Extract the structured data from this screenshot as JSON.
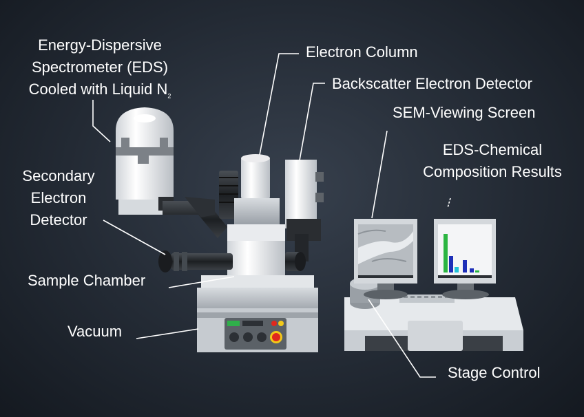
{
  "labels": {
    "eds_line1": "Energy-Dispersive",
    "eds_line2": "Spectrometer (EDS)",
    "eds_note": "Cooled with Liquid N",
    "eds_note_sub": "2",
    "electron_column": "Electron Column",
    "backscatter": "Backscatter Electron Detector",
    "sem_screen": "SEM-Viewing Screen",
    "eds_results_line1": "EDS-Chemical",
    "eds_results_line2": "Composition Results",
    "secondary_line1": "Secondary",
    "secondary_line2": "Electron",
    "secondary_line3": "Detector",
    "sample_chamber": "Sample Chamber",
    "vacuum": "Vacuum",
    "stage_control": "Stage Control"
  },
  "colors": {
    "background": "#232a34",
    "label_text": "#ffffff",
    "leader_line": "#ffffff",
    "brick_white": "#f2f3f5",
    "brick_light_gray": "#c7ccd2",
    "brick_dark_gray": "#5d6369",
    "brick_black": "#1f2226",
    "panel_green": "#2fb04a",
    "button_red": "#e0281e",
    "button_yellow": "#f2c919",
    "chart_blue": "#1d2fb8",
    "chart_green": "#2bb541",
    "chart_cyan": "#23c2d6"
  }
}
